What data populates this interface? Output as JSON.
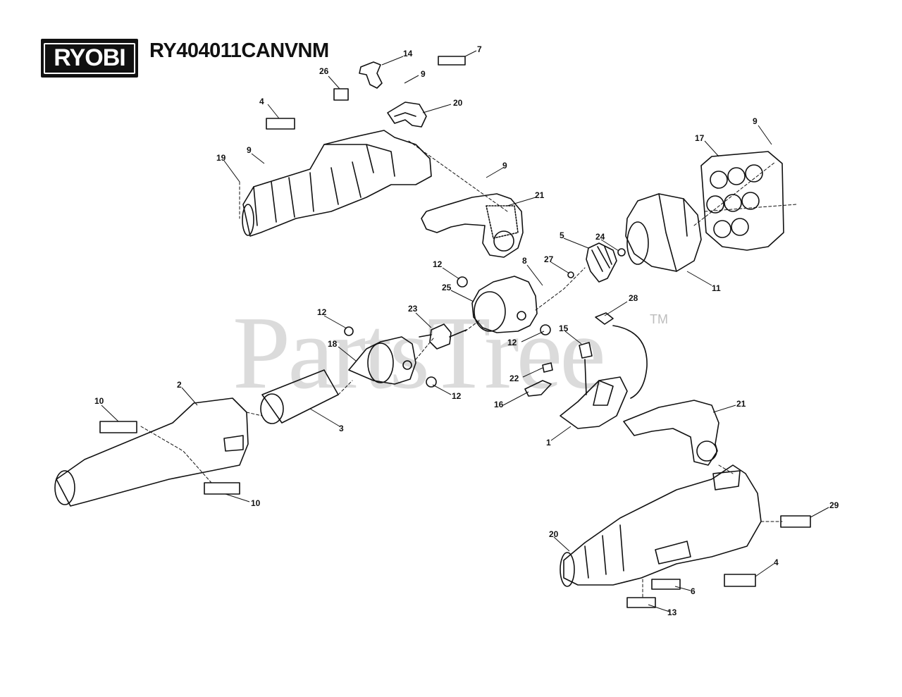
{
  "brand": "RYOBI",
  "model": "RY404011CANVNM",
  "watermark": "PartsTree",
  "watermark_tm": "TM",
  "callouts": [
    "14",
    "7",
    "9",
    "26",
    "20",
    "4",
    "9",
    "19",
    "9",
    "21",
    "17",
    "9",
    "5",
    "24",
    "27",
    "8",
    "11",
    "12",
    "25",
    "12",
    "23",
    "28",
    "18",
    "15",
    "12",
    "22",
    "12",
    "2",
    "16",
    "10",
    "3",
    "1",
    "21",
    "10",
    "29",
    "20",
    "4",
    "6",
    "13"
  ],
  "colors": {
    "line": "#111111",
    "watermark": "#cfcfcf",
    "logo_bg": "#111111"
  }
}
